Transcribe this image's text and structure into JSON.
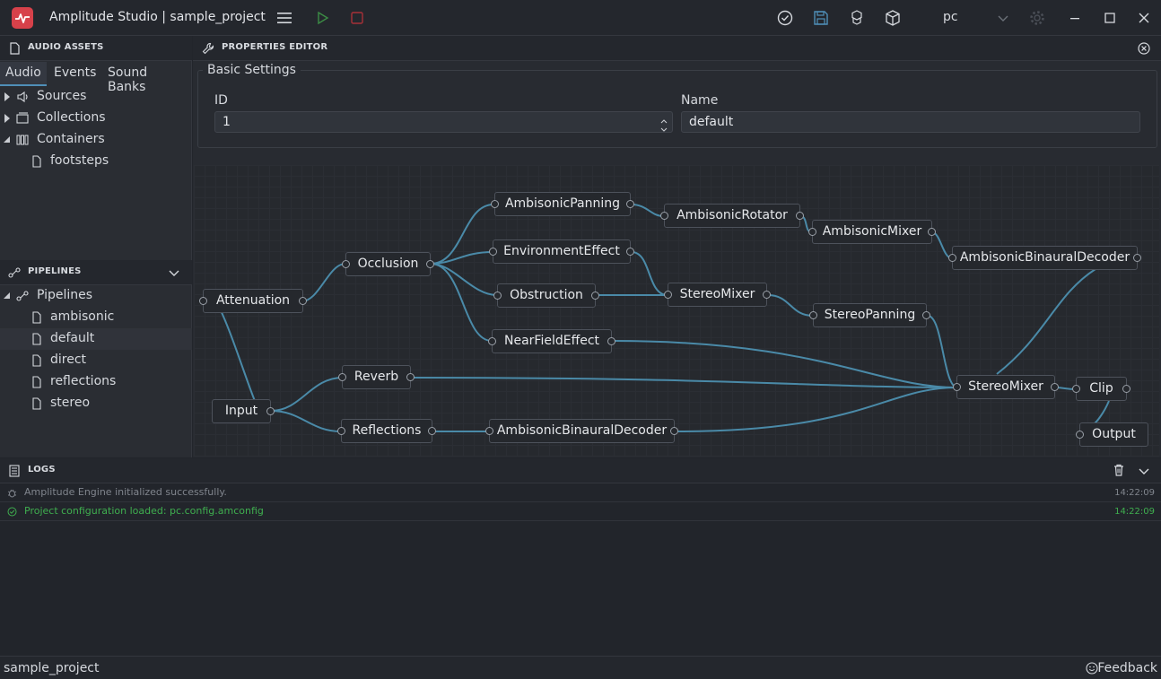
{
  "app": {
    "title": "Amplitude Studio | sample_project",
    "platform": "pc",
    "accent": "#d7414a",
    "link_color": "#4f8fb8"
  },
  "audio_assets": {
    "header": "AUDIO ASSETS",
    "tabs": [
      {
        "label": "Audio",
        "active": true
      },
      {
        "label": "Events",
        "active": false
      },
      {
        "label": "Sound Banks",
        "active": false
      }
    ],
    "tree": [
      {
        "label": "Sources",
        "icon": "speaker-icon",
        "expanded": false
      },
      {
        "label": "Collections",
        "icon": "collection-icon",
        "expanded": false
      },
      {
        "label": "Containers",
        "icon": "container-icon",
        "expanded": true
      },
      {
        "label": "footsteps",
        "icon": "file-icon",
        "child": true
      }
    ]
  },
  "pipelines": {
    "header": "PIPELINES",
    "root": "Pipelines",
    "items": [
      "ambisonic",
      "default",
      "direct",
      "reflections",
      "stereo"
    ],
    "selected": "default"
  },
  "properties": {
    "header": "PROPERTIES EDITOR",
    "group_title": "Basic Settings",
    "id_label": "ID",
    "id_value": "1",
    "name_label": "Name",
    "name_value": "default"
  },
  "graph": {
    "nodes": {
      "attenuation": "Attenuation",
      "input": "Input",
      "occlusion": "Occlusion",
      "ambisonic_panning": "AmbisonicPanning",
      "environment_effect": "EnvironmentEffect",
      "obstruction": "Obstruction",
      "nearfield_effect": "NearFieldEffect",
      "reverb": "Reverb",
      "reflections": "Reflections",
      "ambisonic_binaural_decoder_1": "AmbisonicBinauralDecoder",
      "ambisonic_rotator": "AmbisonicRotator",
      "stereo_mixer_1": "StereoMixer",
      "ambisonic_mixer": "AmbisonicMixer",
      "stereo_panning": "StereoPanning",
      "ambisonic_binaural_decoder_2": "AmbisonicBinauralDecoder",
      "stereo_mixer_2": "StereoMixer",
      "clip": "Clip",
      "output": "Output"
    },
    "link_color": "#4a8aa8"
  },
  "logs": {
    "header": "LOGS",
    "entries": [
      {
        "text": "Amplitude Engine initialized successfully.",
        "time": "14:22:09",
        "level": "info"
      },
      {
        "text": "Project configuration loaded: pc.config.amconfig",
        "time": "14:22:09",
        "level": "success"
      }
    ],
    "info_color": "#80858d",
    "success_color": "#3fae4f"
  },
  "status": {
    "project": "sample_project",
    "feedback": "Feedback"
  }
}
